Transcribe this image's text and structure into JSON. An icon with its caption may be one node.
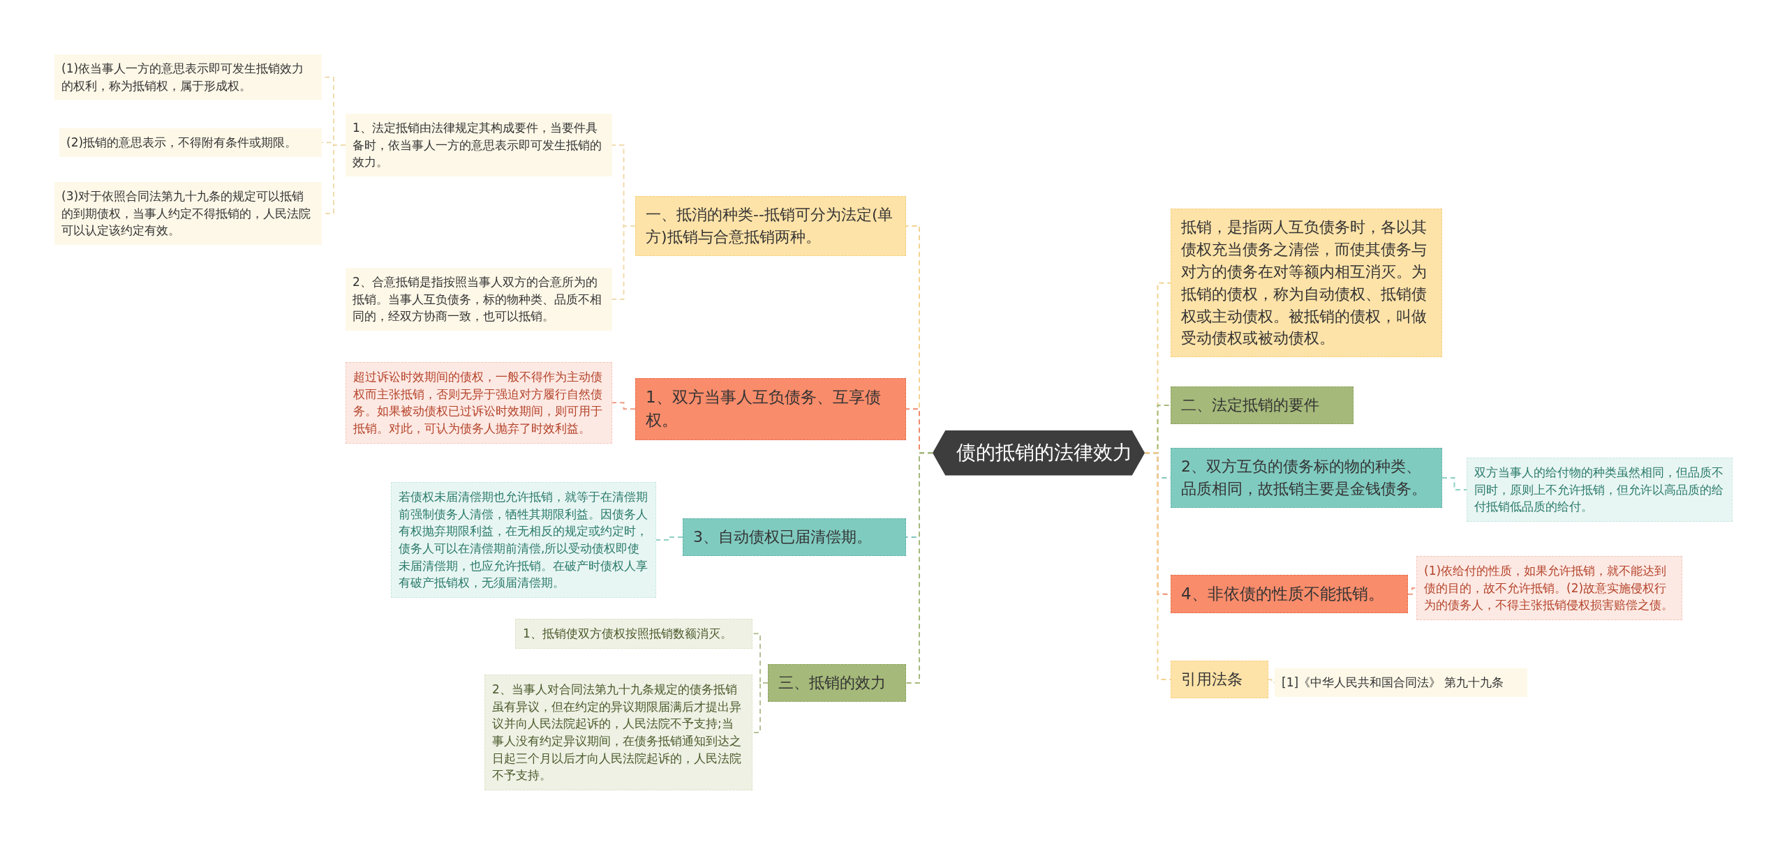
{
  "diagram": {
    "nodes": [
      {
        "text": [
          "债的抵销的法律效力"
        ]
      },
      {
        "text": [
          "一、抵消的种类--抵销可分为法定(单方)抵销与合意抵销两种。"
        ]
      },
      {
        "text": [
          "1、法定抵销由法律规定其构成要件，当要件具备时，依当事人一方的意思表示即可发生抵销的效力。"
        ]
      },
      {
        "text": [
          "(1)依当事人一方的意思表示即可发生抵销效力的权利，称为抵销权，属于形成权。"
        ]
      },
      {
        "text": [
          "(2)抵销的意思表示，不得附有条件或期限。"
        ]
      },
      {
        "text": [
          "(3)对于依照合同法第九十九条的规定可以抵销的到期债权，当事人约定不得抵销的，人民法院可以认定该约定有效。"
        ]
      },
      {
        "text": [
          "2、合意抵销是指按照当事人双方的合意所为的抵销。当事人互负债务，标的物种类、品质不相同的，经双方协商一致，也可以抵销。"
        ]
      },
      {
        "text": [
          "1、双方当事人互负债务、互享债权。"
        ]
      },
      {
        "text": [
          "超过诉讼时效期间的债权，一般不得作为主动债权而主张抵销，否则无异于强迫对方履行自然债务。如果被动债权已过诉讼时效期间，则可用于抵销。对此，可认为债务人抛弃了时效利益。"
        ]
      },
      {
        "text": [
          "3、自动债权已届清偿期。"
        ]
      },
      {
        "text": [
          "若债权未届清偿期也允许抵销，就等于在清偿期前强制债务人清偿，牺牲其期限利益。因债务人有权抛弃期限利益，在无相反的规定或约定时，债务人可以在清偿期前清偿,所以受动债权即使未届清偿期，也应允许抵销。在破产时债权人享有破产抵销权，无须届清偿期。"
        ]
      },
      {
        "text": [
          "三、抵销的效力"
        ]
      },
      {
        "text": [
          "1、抵销使双方债权按照抵销数额消灭。"
        ]
      },
      {
        "text": [
          "2、当事人对合同法第九十九条规定的债务抵销虽有异议，但在约定的异议期限届满后才提出异议并向人民法院起诉的，人民法院不予支持;当事人没有约定异议期间，在债务抵销通知到达之日起三个月以后才向人民法院起诉的，人民法院不予支持。"
        ]
      },
      {
        "text": [
          "抵销，是指两人互负债务时，各以其债权充当债务之清偿，而使其债务与对方的债务在对等额内相互消灭。为抵销的债权，称为自动债权、抵销债权或主动债权。被抵销的债权，叫做受动债权或被动债权。"
        ]
      },
      {
        "text": [
          "二、法定抵销的要件"
        ]
      },
      {
        "text": [
          "2、双方互负的债务标的物的种类、品质相同，故抵销主要是金钱债务。"
        ]
      },
      {
        "text": [
          "双方当事人的给付物的种类虽然相同，但品质不同时，原则上不允许抵销，但允许以高品质的给付抵销低品质的给付。"
        ]
      },
      {
        "text": [
          "4、非依债的性质不能抵销。"
        ]
      },
      {
        "text": [
          "(1)依给付的性质，如果允许抵销，就不能达到债的目的，故不允许抵销。(2)故意实施侵权行为的债务人，不得主张抵销侵权损害赔偿之债。"
        ]
      },
      {
        "text": [
          "引用法条"
        ]
      },
      {
        "text": [
          "[1]《中华人民共和国合同法》 第九十九条"
        ]
      }
    ],
    "edges": [
      {
        "from": 0,
        "to": 1,
        "arrow": "none",
        "style": "dashed",
        "color": "#f2d390"
      },
      {
        "from": 1,
        "to": 2,
        "arrow": "none",
        "style": "dashed",
        "color": "#f0dcae"
      },
      {
        "from": 2,
        "to": 3,
        "arrow": "none",
        "style": "dashed",
        "color": "#f0dcae"
      },
      {
        "from": 2,
        "to": 4,
        "arrow": "none",
        "style": "dashed",
        "color": "#f0dcae"
      },
      {
        "from": 2,
        "to": 5,
        "arrow": "none",
        "style": "dashed",
        "color": "#f0dcae"
      },
      {
        "from": 1,
        "to": 6,
        "arrow": "none",
        "style": "dashed",
        "color": "#f0dcae"
      },
      {
        "from": 0,
        "to": 7,
        "arrow": "none",
        "style": "dashed",
        "color": "#ee8a6c"
      },
      {
        "from": 7,
        "to": 8,
        "arrow": "none",
        "style": "dashed",
        "color": "#ee9c84"
      },
      {
        "from": 0,
        "to": 9,
        "arrow": "none",
        "style": "dashed",
        "color": "#7fc6bb"
      },
      {
        "from": 9,
        "to": 10,
        "arrow": "none",
        "style": "dashed",
        "color": "#8fd0c4"
      },
      {
        "from": 0,
        "to": 11,
        "arrow": "none",
        "style": "dashed",
        "color": "#a5b97a"
      },
      {
        "from": 11,
        "to": 12,
        "arrow": "none",
        "style": "dashed",
        "color": "#b5c194"
      },
      {
        "from": 11,
        "to": 13,
        "arrow": "none",
        "style": "dashed",
        "color": "#b5c194"
      },
      {
        "from": 0,
        "to": 14,
        "arrow": "none",
        "style": "dashed",
        "color": "#f2d390"
      },
      {
        "from": 0,
        "to": 15,
        "arrow": "none",
        "style": "dashed",
        "color": "#a5b97a"
      },
      {
        "from": 0,
        "to": 16,
        "arrow": "none",
        "style": "dashed",
        "color": "#7fc6bb"
      },
      {
        "from": 16,
        "to": 17,
        "arrow": "none",
        "style": "dashed",
        "color": "#8fd0c4"
      },
      {
        "from": 0,
        "to": 18,
        "arrow": "none",
        "style": "dashed",
        "color": "#ee8a6c"
      },
      {
        "from": 18,
        "to": 19,
        "arrow": "none",
        "style": "dashed",
        "color": "#ee9c84"
      },
      {
        "from": 0,
        "to": 20,
        "arrow": "none",
        "style": "dashed",
        "color": "#f2d390"
      },
      {
        "from": 20,
        "to": 21,
        "arrow": "none",
        "style": "dashed",
        "color": "#f0dcae"
      }
    ]
  }
}
